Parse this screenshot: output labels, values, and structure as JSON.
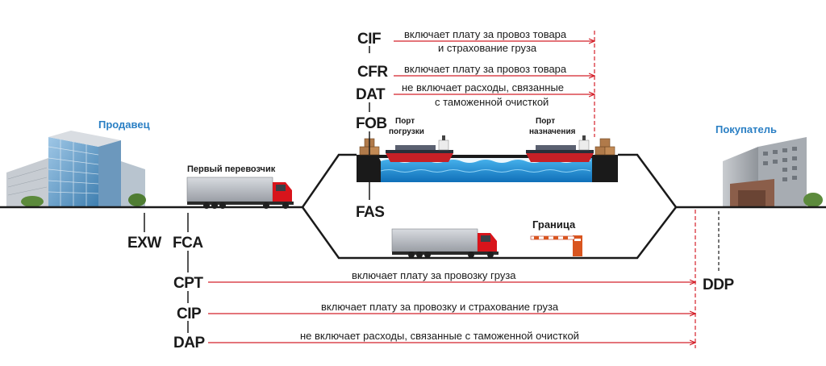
{
  "parties": {
    "seller": "Продавец",
    "buyer": "Покупатель"
  },
  "labels": {
    "first_carrier": "Первый перевозчик",
    "port_loading_1": "Порт",
    "port_loading_2": "погрузки",
    "port_dest_1": "Порт",
    "port_dest_2": "назначения",
    "border": "Граница"
  },
  "terms": {
    "cif": "CIF",
    "cfr": "CFR",
    "dat": "DAT",
    "fob": "FOB",
    "fas": "FAS",
    "exw": "EXW",
    "fca": "FCA",
    "cpt": "CPT",
    "cip": "CIP",
    "dap": "DAP",
    "ddp": "DDP"
  },
  "descriptions": {
    "cif_1": "включает плату за провоз товара",
    "cif_2": "и страхование груза",
    "cfr": "включает плату за провоз товара",
    "dat_1": "не включает расходы, связанные",
    "dat_2": "с таможенной очисткой",
    "cpt": "включает плату за провозку груза",
    "cip": "включает плату за провозку и страхование груза",
    "dap": "не включает расходы, связанные с таможенной очисткой"
  },
  "colors": {
    "arrow": "#d4202a",
    "seller_text": "#2a7fc4",
    "buyer_text": "#2a7fc4",
    "water": "#1f8fd6",
    "truck_cab": "#d8141b",
    "trailer": "#b9bcc2"
  }
}
